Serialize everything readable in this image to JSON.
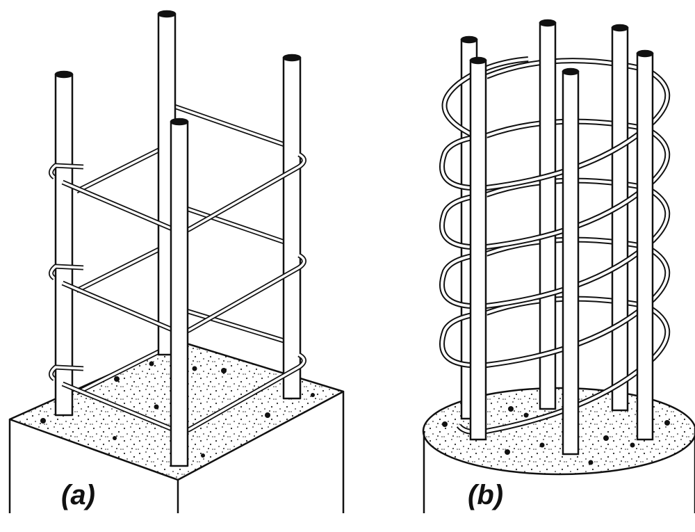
{
  "figure": {
    "colors": {
      "ink": "#111111",
      "paper": "#ffffff",
      "concrete_dot": "#222222"
    },
    "panels": [
      {
        "id": "a",
        "label": "(a)",
        "description": "Square tied column: 4 longitudinal bars with rectangular hooked ties on square concrete base"
      },
      {
        "id": "b",
        "label": "(b)",
        "description": "Circular spirally reinforced column: 6 longitudinal bars enclosed by a continuous helical spiral on round concrete base"
      }
    ]
  }
}
